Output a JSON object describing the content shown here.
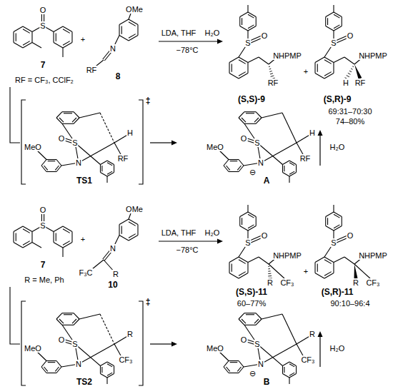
{
  "diagram": {
    "labels": [
      "S",
      "O",
      "7",
      "+",
      "OMe",
      "N",
      "RF",
      "8",
      "RF = CF₃, CClF₂",
      "LDA, THF",
      "H₂O",
      "−78°C",
      "S",
      "O",
      "NHPMP",
      "RF",
      "+",
      "S",
      "O",
      "NHPMP",
      "H",
      "RF",
      "(S,S)-9",
      "(S,R)-9",
      "69:31–70:30",
      "74–80%",
      "‡",
      "MeO",
      "O",
      "S",
      "N",
      "H",
      "RF",
      "TS1",
      "MeO",
      "O",
      "S",
      "N",
      "⊖",
      "H",
      "RF",
      "A",
      "H₂O",
      "S",
      "O",
      "7",
      "+",
      "OMe",
      "N",
      "F₃C",
      "R",
      "10",
      "R = Me, Ph",
      "LDA, THF",
      "H₂O",
      "−78°C",
      "S",
      "O",
      "NHPMP",
      "R",
      "CF₃",
      "+",
      "S",
      "O",
      "NHPMP",
      "R",
      "CF₃",
      "(S,S)-11",
      "(S,R)-11",
      "60–77%",
      "90:10–96:4",
      "‡",
      "MeO",
      "O",
      "S",
      "N",
      "R",
      "CF₃",
      "TS2",
      "MeO",
      "O",
      "S",
      "N",
      "⊖",
      "R",
      "CF₃",
      "B",
      "H₂O"
    ]
  }
}
